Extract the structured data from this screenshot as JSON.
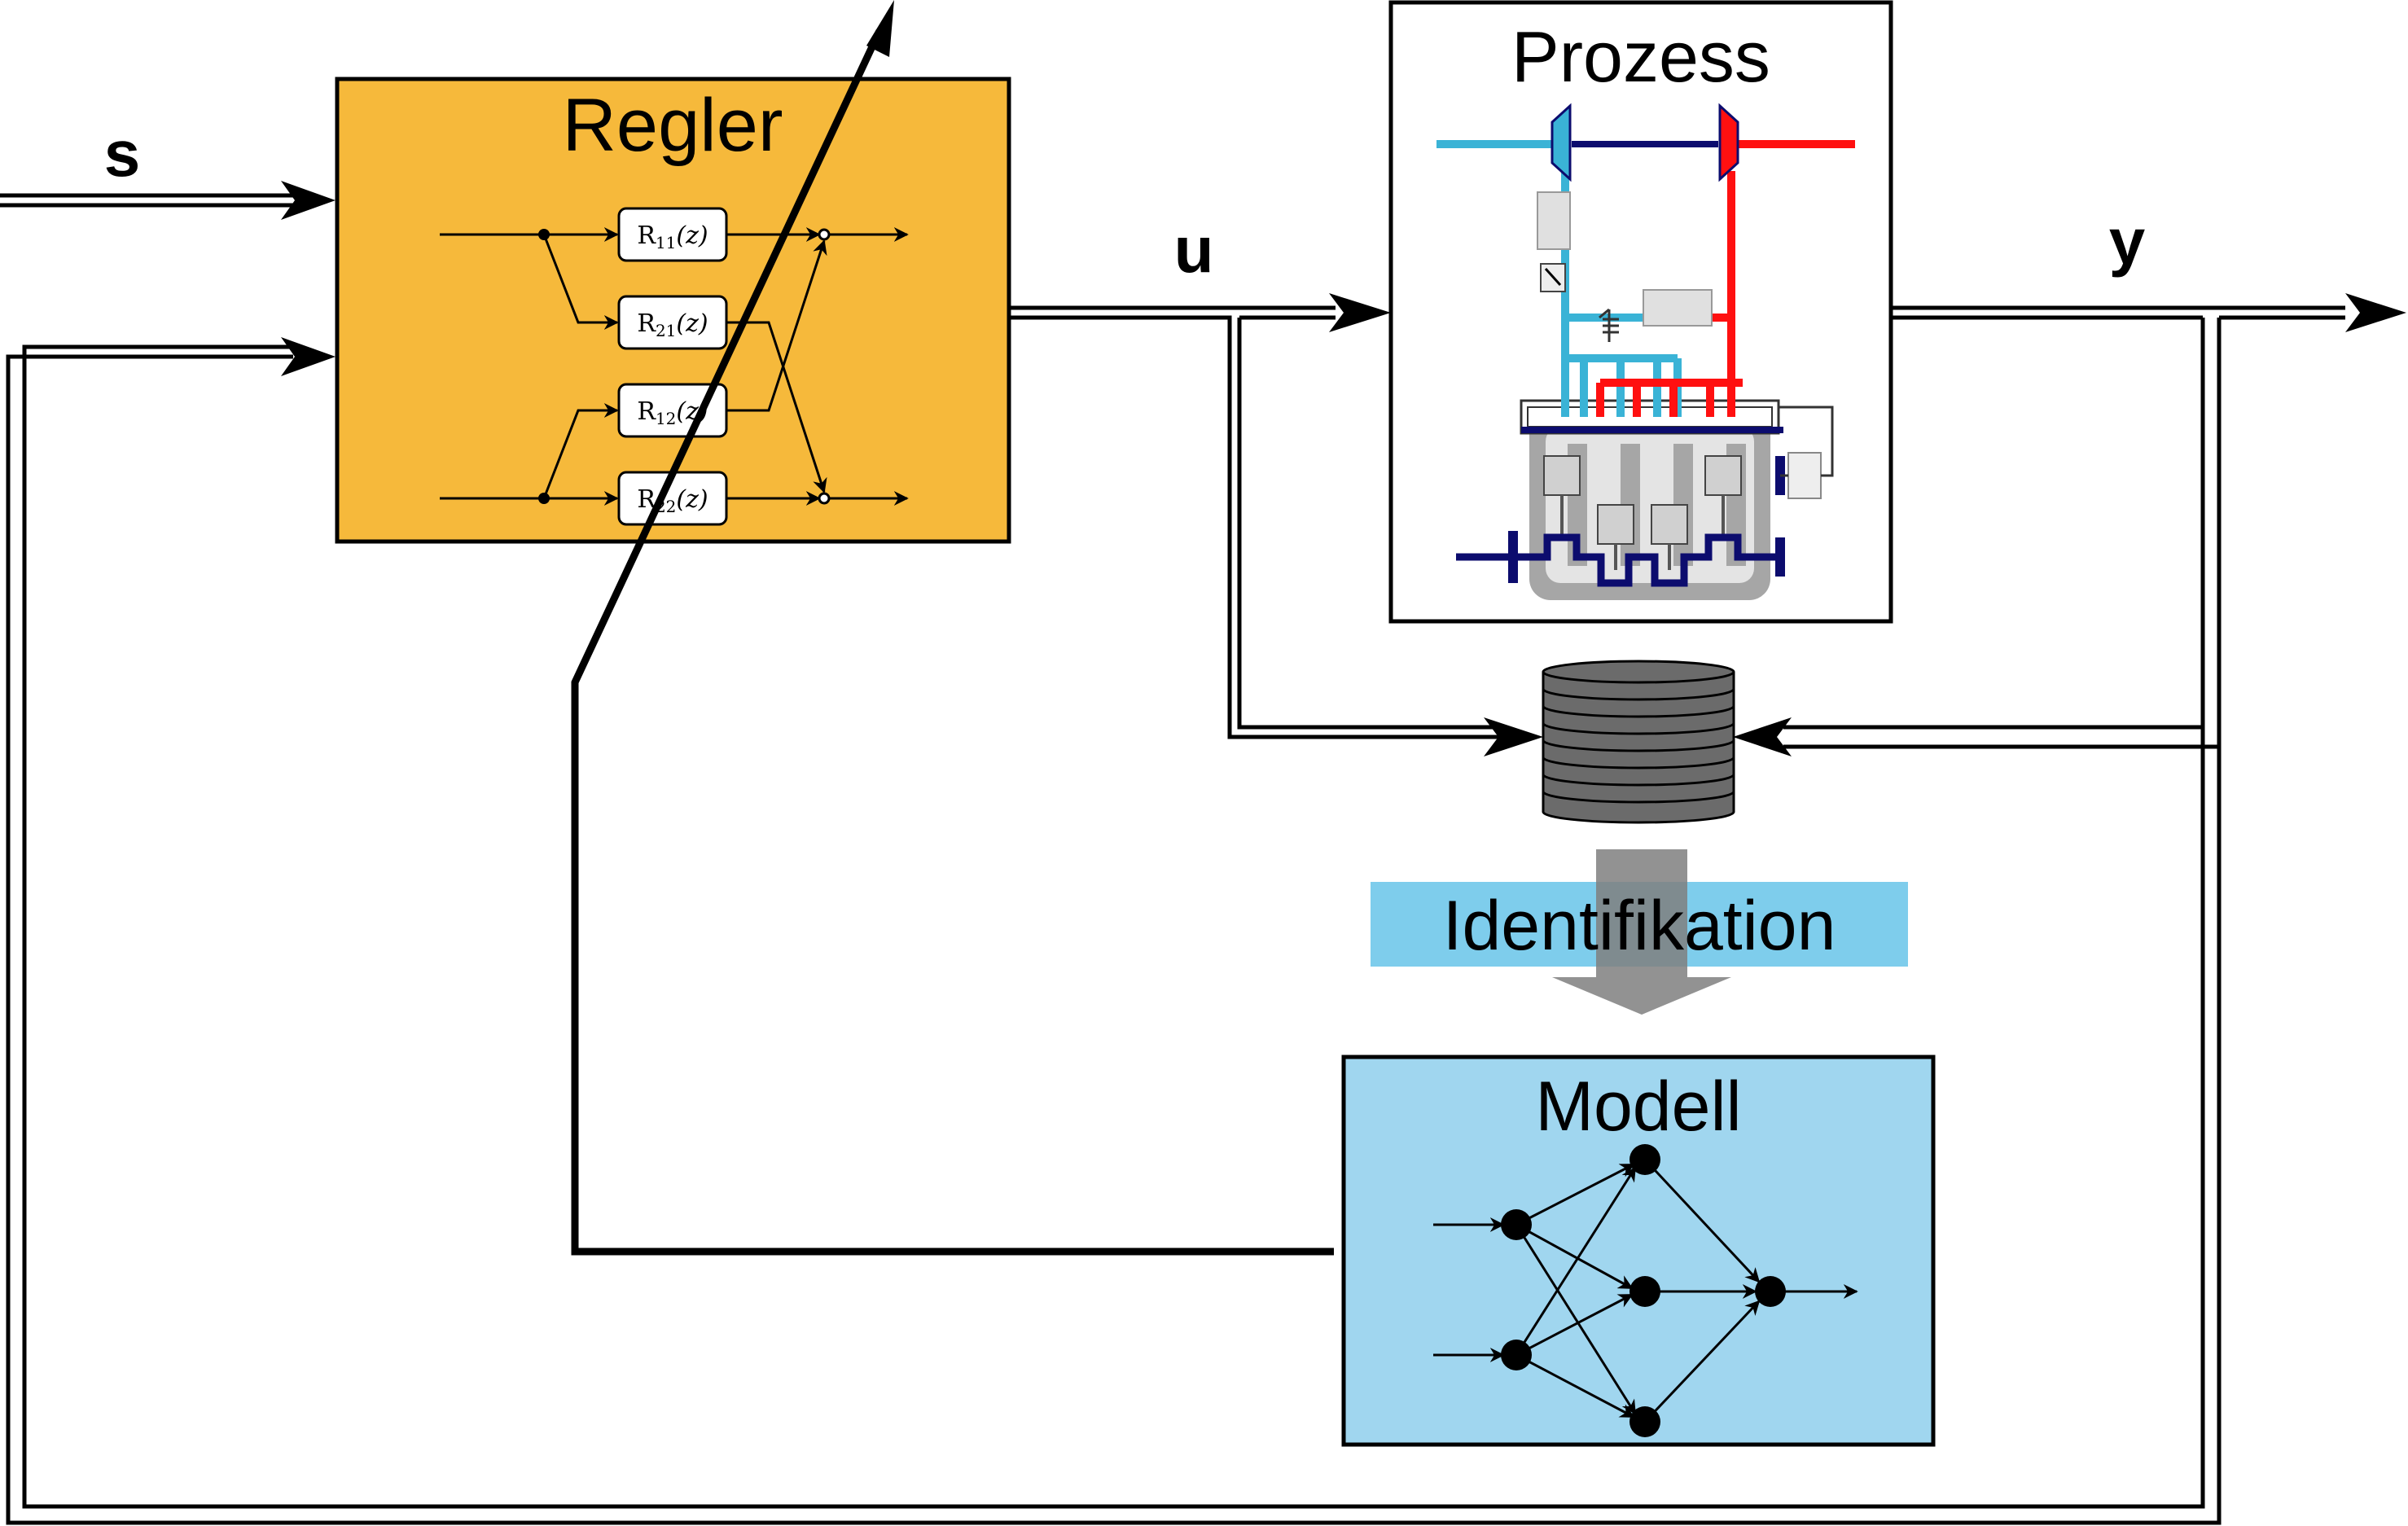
{
  "signals": {
    "setpoint": "s",
    "control": "u",
    "output": "y"
  },
  "blocks": {
    "controller": {
      "title": "Regler",
      "sub_blocks": [
        {
          "main": "R",
          "sub": "11",
          "arg": "(z)"
        },
        {
          "main": "R",
          "sub": "21",
          "arg": "(z)"
        },
        {
          "main": "R",
          "sub": "12",
          "arg": "(z)"
        },
        {
          "main": "R",
          "sub": "22",
          "arg": "(z)"
        }
      ]
    },
    "process": {
      "title": "Prozess"
    },
    "identification": {
      "label": "Identifikation"
    },
    "model": {
      "title": "Modell"
    }
  },
  "colors": {
    "controller_fill": "#f6b93b",
    "model_fill": "#a0d6ef",
    "identification_fill": "#7ecdec",
    "identification_arrow": "#7f7f7f",
    "cold_pipe": "#3ab3d6",
    "hot_pipe": "#ff1010",
    "shaft": "#0c0c6e",
    "engine_gray": "#a6a6a6",
    "database": "#6b6b6b"
  },
  "icons": {
    "process": "engine-schematic-icon",
    "data_store": "database-icon",
    "model_network": "neural-network-icon"
  }
}
